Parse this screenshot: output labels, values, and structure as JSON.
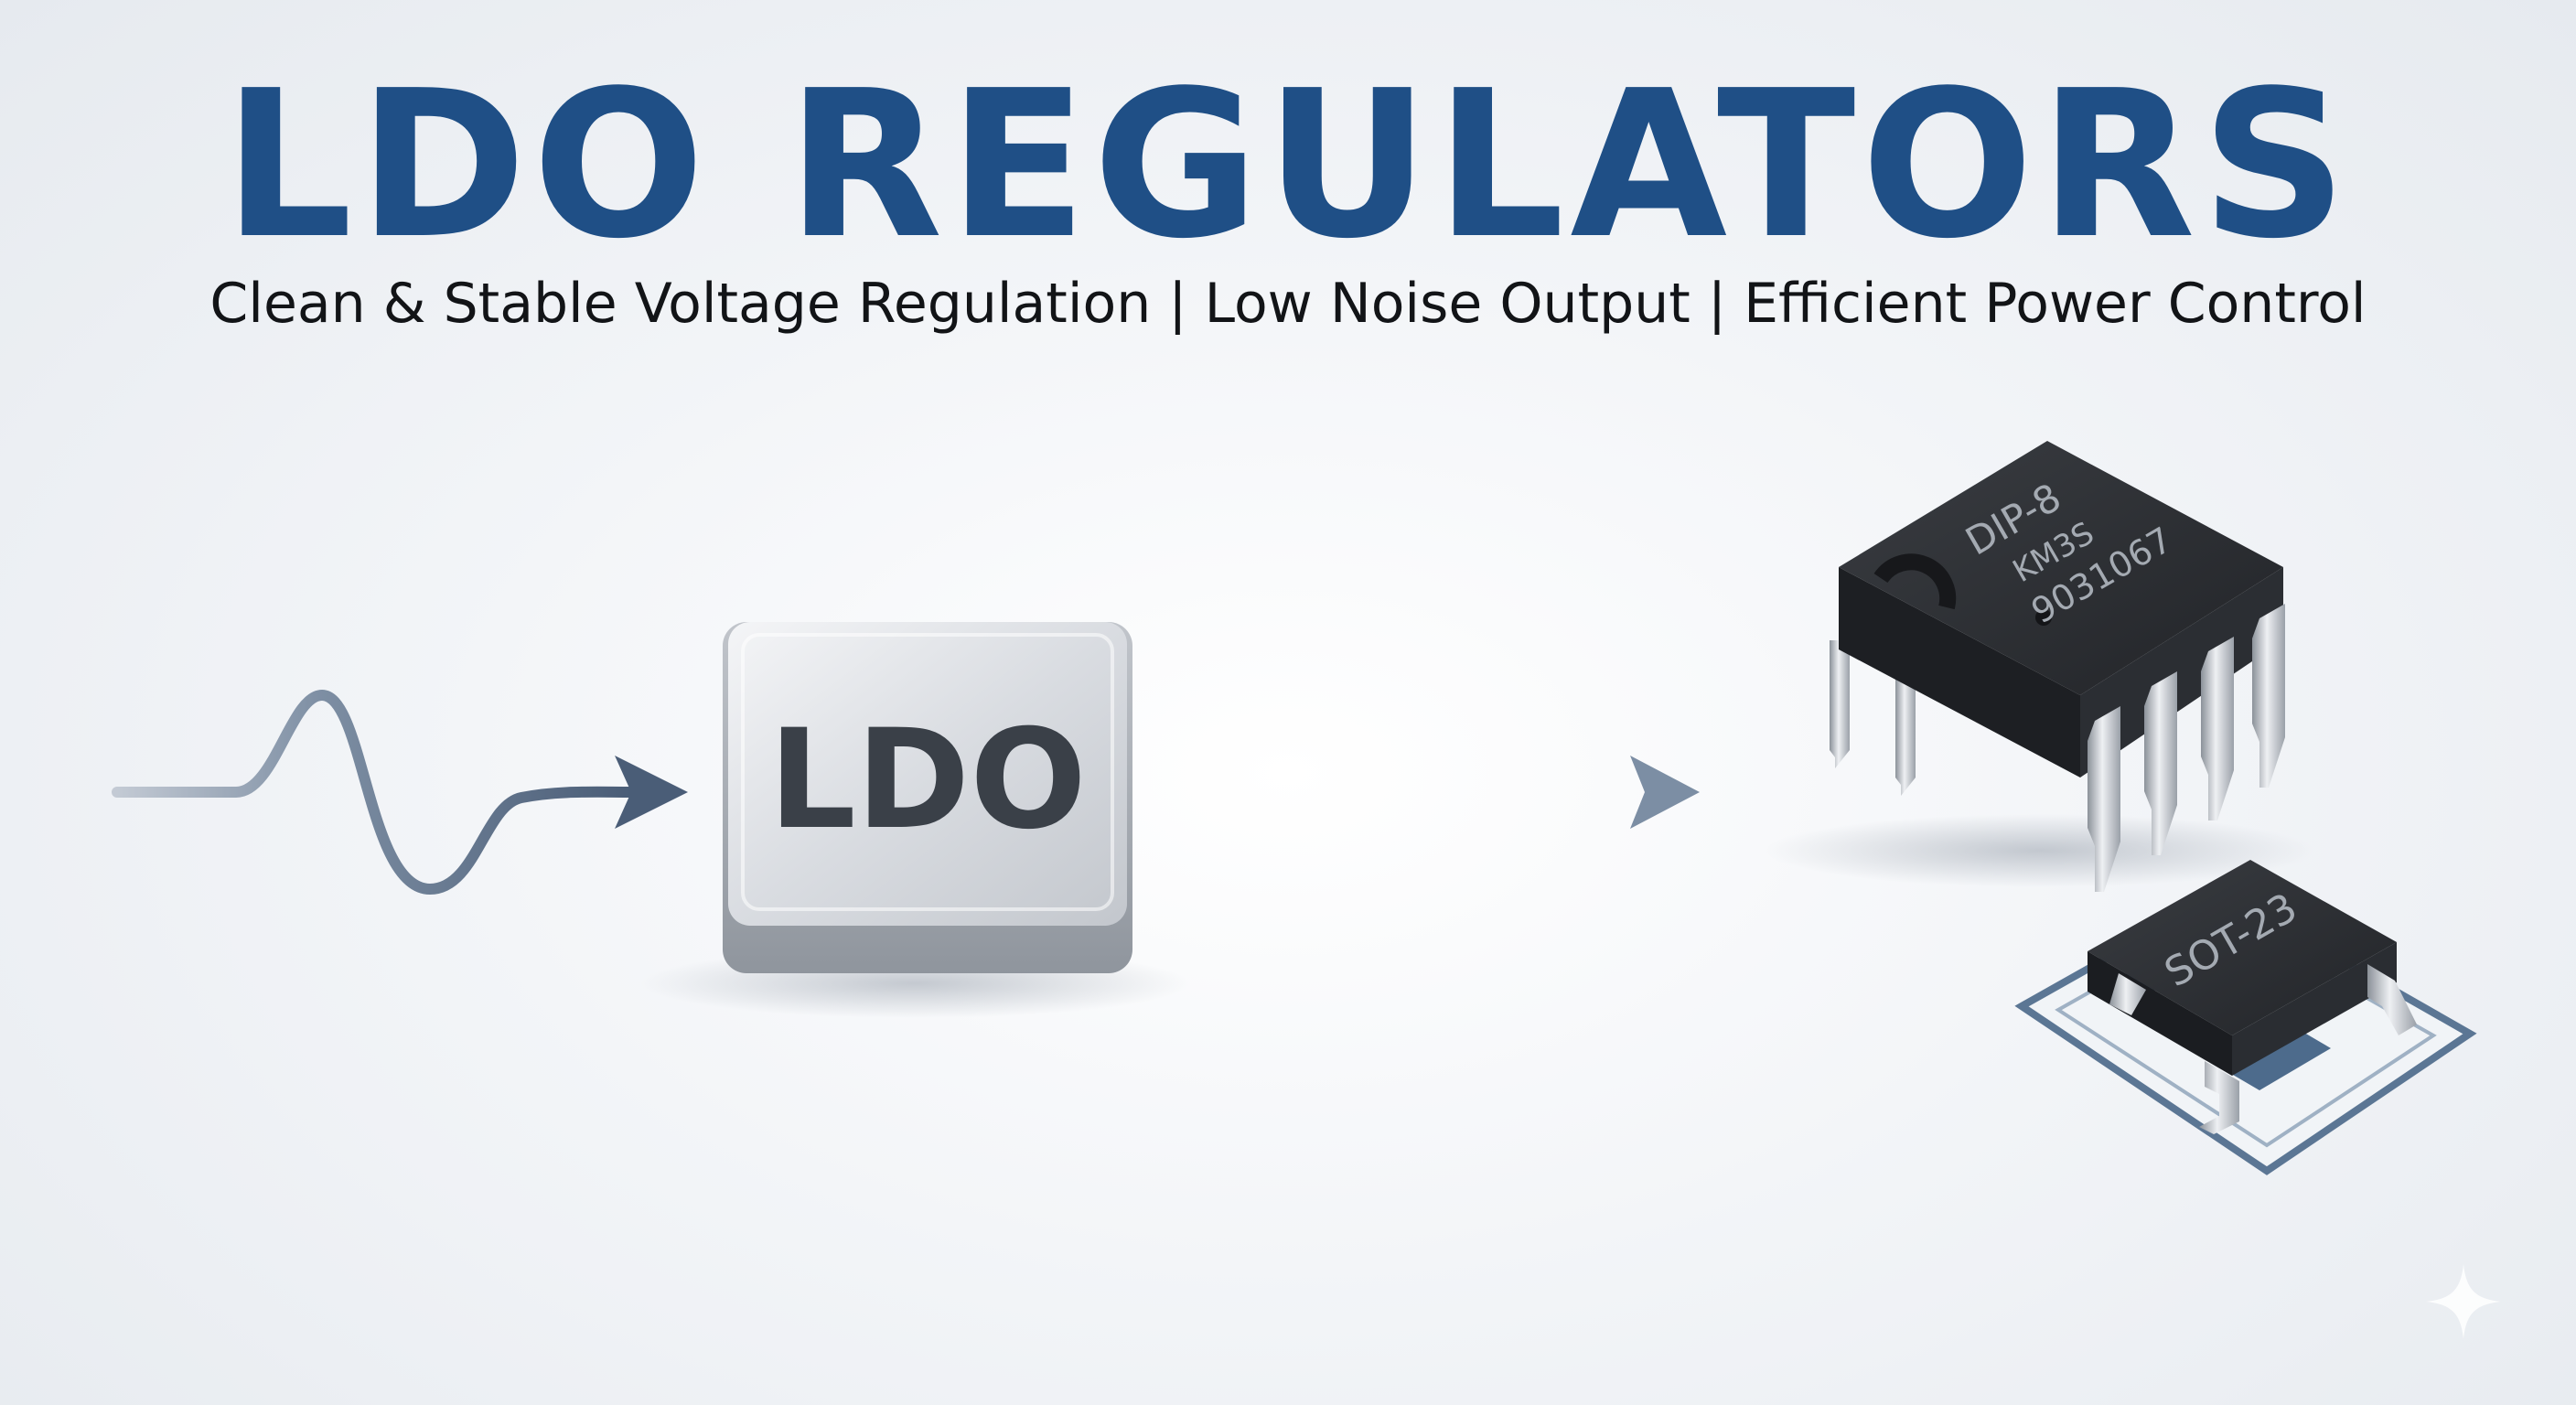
{
  "title": "LDO REGULATORS",
  "subtitle": "Clean & Stable Voltage Regulation | Low Noise Output | Efficient Power Control",
  "ldo_block": {
    "label": "LDO"
  },
  "dip_chip": {
    "line1": "DIP-8",
    "line2": "KM3S",
    "line3": "9031067"
  },
  "sot_chip": {
    "label": "SOT-23"
  },
  "colors": {
    "title": "#1f4f86",
    "subtitle": "#121417",
    "arrow": "#4a5d77",
    "chip_body": "#2a2c30",
    "chip_text": "#9aa0a8"
  },
  "icons": {
    "input_signal": "noisy-waveform-icon",
    "output_arrow": "arrow-right-icon",
    "watermark": "sparkle-icon"
  }
}
